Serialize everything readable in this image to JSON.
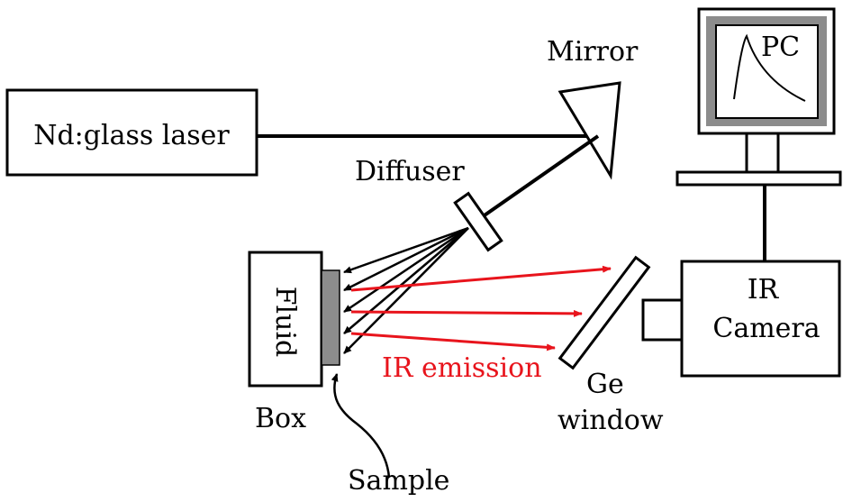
{
  "labels": {
    "laser": "Nd:glass laser",
    "mirror": "Mirror",
    "diffuser": "Diffuser",
    "pc": "PC",
    "fluid": "Fluid",
    "box": "Box",
    "sample": "Sample",
    "ir_emission": "IR emission",
    "ge_line1": "Ge",
    "ge_line2": "window",
    "camera_line1": "IR",
    "camera_line2": "Camera"
  },
  "colors": {
    "ink": "#000000",
    "ir_beam": "#e8141c",
    "sample": "#8c8c8c",
    "monitor_frame": "#8c8c8c"
  }
}
